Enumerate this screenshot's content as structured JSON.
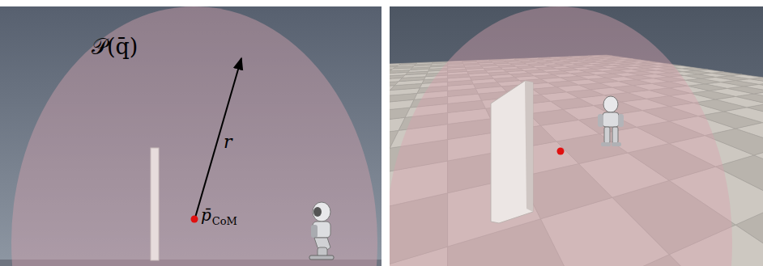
{
  "diagram": {
    "labels": [
      "𝒫(q̄)",
      "r",
      "p̄",
      "CoM"
    ]
  }
}
